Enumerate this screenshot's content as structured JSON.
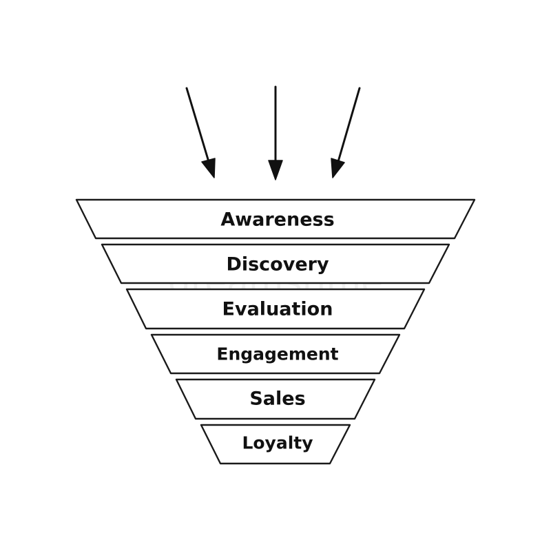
{
  "diagram": {
    "stages": [
      {
        "label": "Awareness"
      },
      {
        "label": "Discovery"
      },
      {
        "label": "Evaluation"
      },
      {
        "label": "Engagement"
      },
      {
        "label": "Sales"
      },
      {
        "label": "Loyalty"
      }
    ],
    "watermark": "dreamstime",
    "colors": {
      "stroke": "#1a1a1a",
      "text": "#111111",
      "background": "#ffffff"
    },
    "icons": [
      "arrow-down-icon",
      "arrow-down-icon",
      "arrow-down-icon"
    ]
  }
}
